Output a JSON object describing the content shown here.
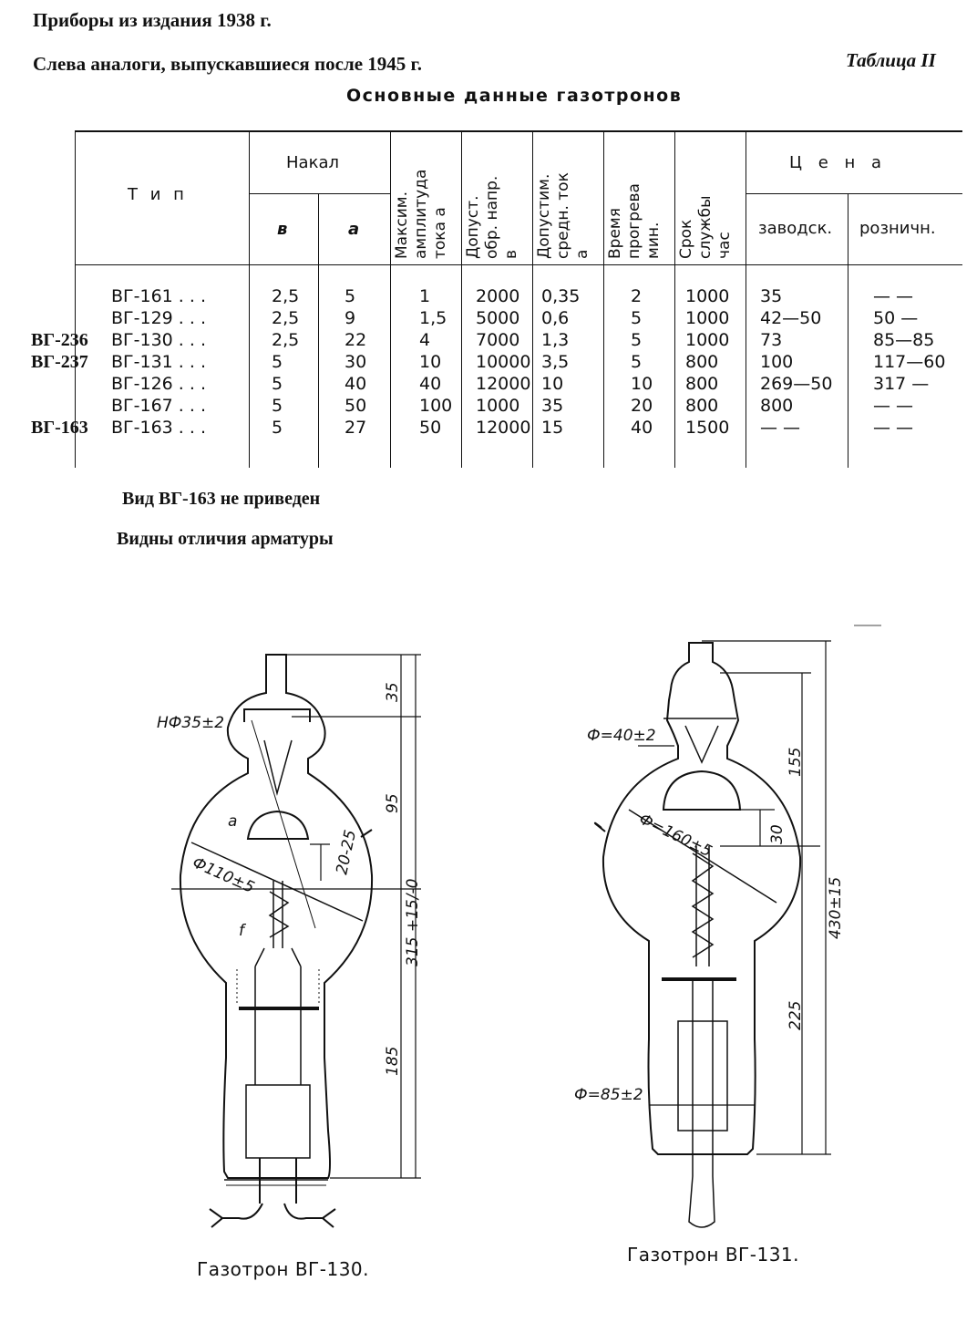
{
  "header": {
    "line1": "Приборы из издания 1938 г.",
    "line2": "Слева аналоги, выпускавшиеся после 1945 г.",
    "table_number": "Таблица II",
    "table_title": "Основные данные газотронов"
  },
  "table": {
    "col_type": "Т и п",
    "group_filament": "Накал",
    "col_fil_v": "в",
    "col_fil_a": "а",
    "col_max_amp": [
      "Максим.",
      "амплитуда",
      "тока а"
    ],
    "col_rev_volt": [
      "Допуст.",
      "обр. напр.",
      "в"
    ],
    "col_avg_cur": [
      "Допустим.",
      "средн. ток",
      "а"
    ],
    "col_warmup": [
      "Время",
      "прогрева",
      "мин."
    ],
    "col_life": [
      "Срок",
      "службы",
      "час"
    ],
    "group_price": "Ц е н а",
    "col_price_factory": "заводск.",
    "col_price_retail": "розничн.",
    "rows": [
      {
        "analog": "",
        "type": "ВГ-161 . . .",
        "fil_v": "2,5",
        "fil_a": "5",
        "max_amp": "1",
        "rev_volt": "2000",
        "avg_cur": "0,35",
        "warmup": "2",
        "life": "1000",
        "price_factory": "35",
        "price_retail": "— —"
      },
      {
        "analog": "",
        "type": "ВГ-129 . . .",
        "fil_v": "2,5",
        "fil_a": "9",
        "max_amp": "1,5",
        "rev_volt": "5000",
        "avg_cur": "0,6",
        "warmup": "5",
        "life": "1000",
        "price_factory": "42—50",
        "price_retail": "50 —"
      },
      {
        "analog": "ВГ-236",
        "type": "ВГ-130 . . .",
        "fil_v": "2,5",
        "fil_a": "22",
        "max_amp": "4",
        "rev_volt": "7000",
        "avg_cur": "1,3",
        "warmup": "5",
        "life": "1000",
        "price_factory": "73",
        "price_retail": "85—85"
      },
      {
        "analog": "ВГ-237",
        "type": "ВГ-131 . . .",
        "fil_v": "5",
        "fil_a": "30",
        "max_amp": "10",
        "rev_volt": "10000",
        "avg_cur": "3,5",
        "warmup": "5",
        "life": "800",
        "price_factory": "100",
        "price_retail": "117—60"
      },
      {
        "analog": "",
        "type": "ВГ-126 . . .",
        "fil_v": "5",
        "fil_a": "40",
        "max_amp": "40",
        "rev_volt": "12000",
        "avg_cur": "10",
        "warmup": "10",
        "life": "800",
        "price_factory": "269—50",
        "price_retail": "317 —"
      },
      {
        "analog": "",
        "type": "ВГ-167 . . .",
        "fil_v": "5",
        "fil_a": "50",
        "max_amp": "100",
        "rev_volt": "1000",
        "avg_cur": "35",
        "warmup": "20",
        "life": "800",
        "price_factory": "800",
        "price_retail": "— —"
      },
      {
        "analog": "ВГ-163",
        "type": "ВГ-163 . . .",
        "fil_v": "5",
        "fil_a": "27",
        "max_amp": "50",
        "rev_volt": "12000",
        "avg_cur": "15",
        "warmup": "40",
        "life": "1500",
        "price_factory": "— —",
        "price_retail": "— —"
      }
    ]
  },
  "notes": {
    "line1": "Вид ВГ-163 не приведен",
    "line2": "Видны отличия арматуры"
  },
  "figure_left": {
    "caption": "Газотрон ВГ-130.",
    "dims": {
      "d_top": "НФ35±2",
      "d_bulb": "Ф110±5",
      "gap": "20-25",
      "label_a": "a",
      "label_f": "f",
      "h_top": "35",
      "h_mid": "95",
      "h_total": "315 +15/-0",
      "h_base": "185"
    }
  },
  "figure_right": {
    "caption": "Газотрон ВГ-131.",
    "dims": {
      "d_top": "Ф=40±2",
      "d_bulb": "Ф=160±5",
      "d_base": "Ф=85±2",
      "h_top": "155",
      "gap": "30",
      "h_total": "430±15",
      "h_base": "225"
    }
  }
}
